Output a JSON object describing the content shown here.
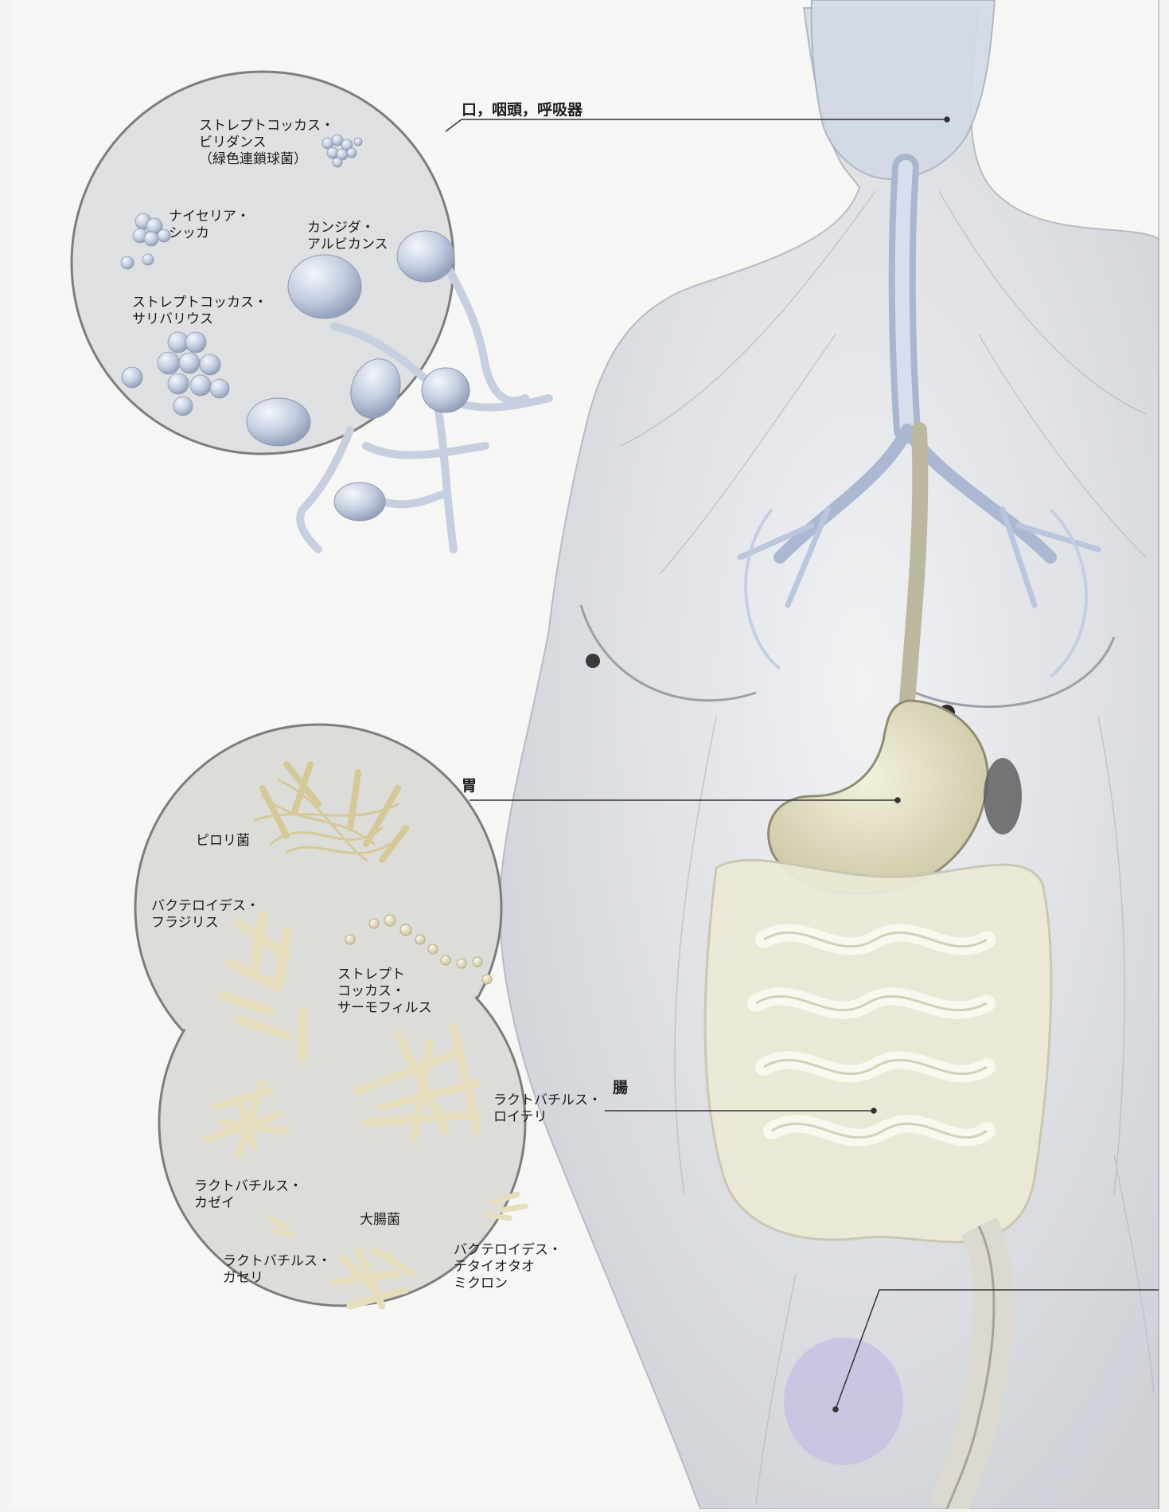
{
  "organs": {
    "mouth": "口，咽頭，呼吸器",
    "stomach": "胃",
    "intestine": "腸"
  },
  "oral_bacteria": {
    "streptococcus_viridans": [
      "ストレプトコッカス・",
      "ビリダンス",
      "（緑色連鎖球菌）"
    ],
    "neisseria_sicca": [
      "ナイセリア・",
      "シッカ"
    ],
    "candida_albicans": [
      "カンジダ・",
      "アルビカンス"
    ],
    "streptococcus_salivarius": [
      "ストレプトコッカス・",
      "サリバリウス"
    ]
  },
  "gut_bacteria": {
    "pylori": [
      "ピロリ菌"
    ],
    "bacteroides_fragilis": [
      "バクテロイデス・",
      "フラジリス"
    ],
    "streptococcus_thermophilus": [
      "ストレプト",
      "コッカス・",
      "サーモフィルス"
    ],
    "lactobacillus_reuteri": [
      "ラクトバチルス・",
      "ロイテリ"
    ],
    "lactobacillus_casei": [
      "ラクトバチルス・",
      "カゼイ"
    ],
    "e_coli": [
      "大腸菌"
    ],
    "lactobacillus_gasseri": [
      "ラクトバチルス・",
      "ガセリ"
    ],
    "bacteroides_thetaiotaomicron": [
      "バクテロイデス・",
      "テタイオタオ",
      "ミクロン"
    ]
  },
  "colors": {
    "background": "#f3f3f1",
    "body": "#d9dce2",
    "respiratory": "#b8c6de",
    "gut": "#ede8cf",
    "circle_oral": "#dfe0e2",
    "circle_gut": "#dcdcd8",
    "microbe_blue": "#bfc9dc",
    "microbe_cream": "#e9e2c6",
    "leader_line": "#333333"
  }
}
